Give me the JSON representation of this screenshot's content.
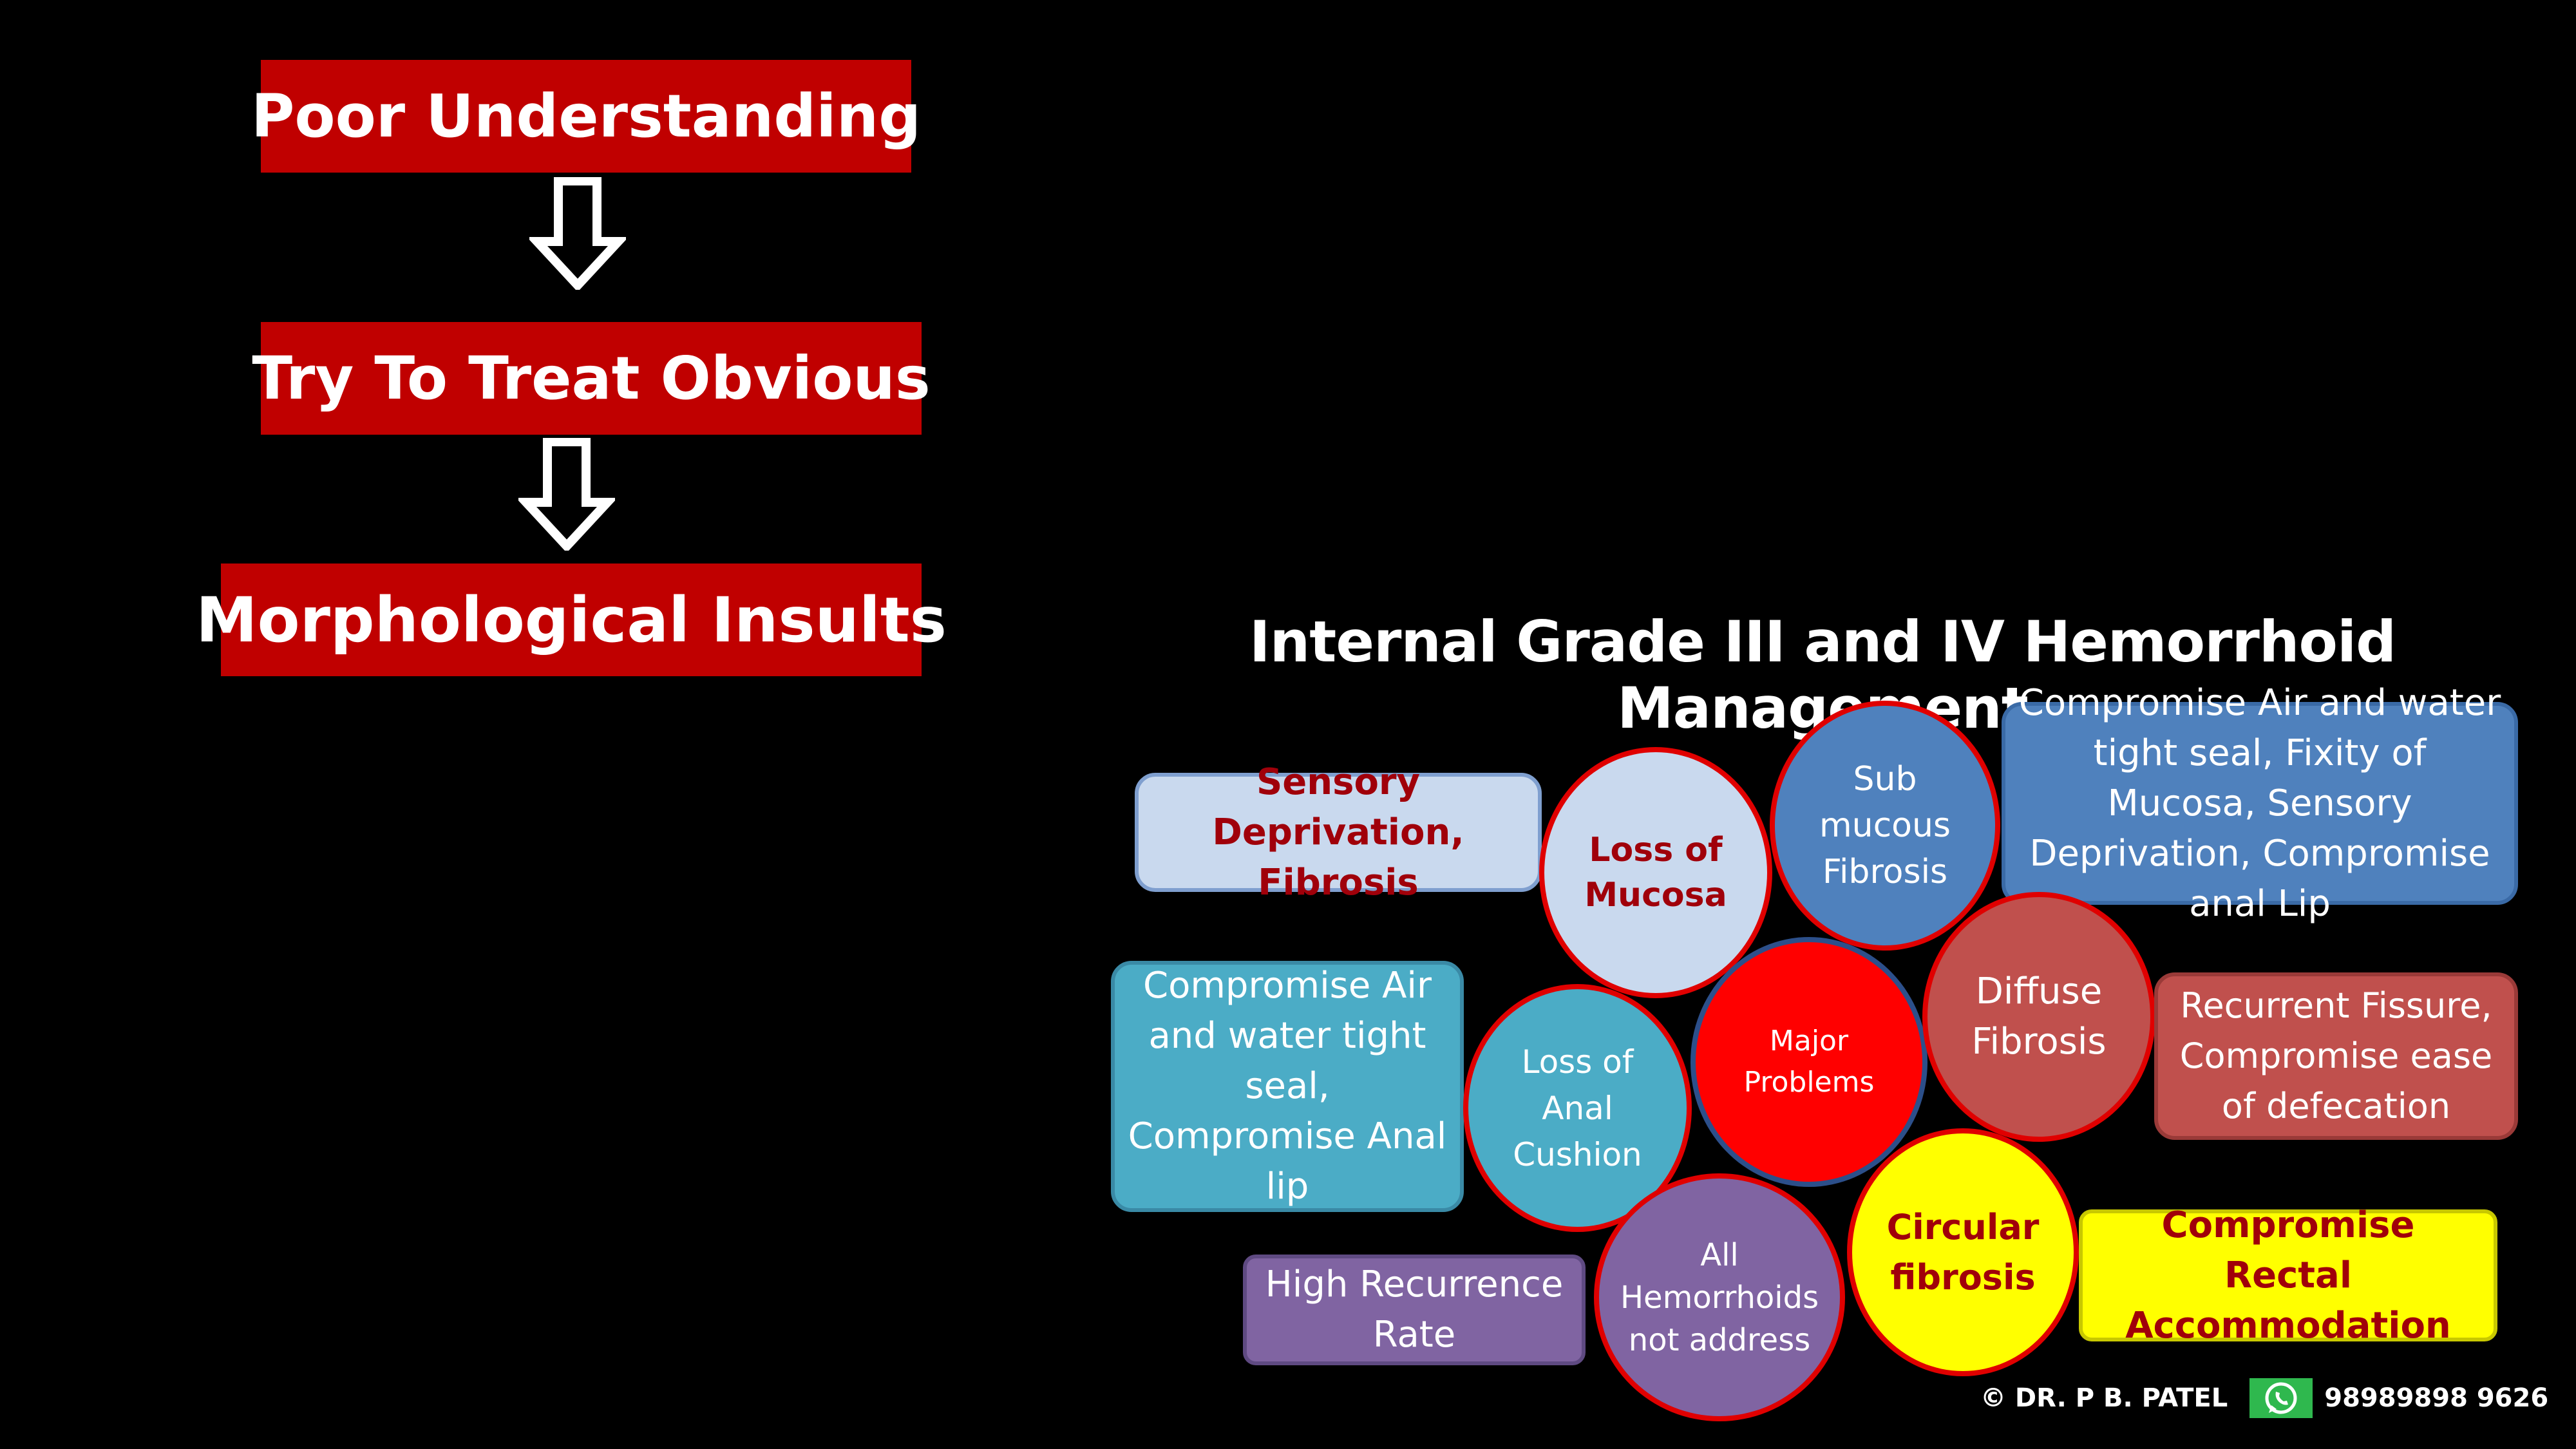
{
  "flow": {
    "step1": "Poor Understanding",
    "step2": "Try To Treat Obvious",
    "step3": "Morphological Insults"
  },
  "diagram": {
    "title": "Internal Grade III and IV Hemorrhoid Management",
    "sensory": "Sensory Deprivation, Fibrosis",
    "loss_mucosa": "Loss of Mucosa",
    "submucous": "Sub mucous Fibrosis",
    "compromise_seal_right": "Compromise Air and water tight seal, Fixity of Mucosa, Sensory Deprivation, Compromise anal Lip",
    "compromise_seal_left": "Compromise Air and water tight seal, Compromise Anal lip",
    "loss_cushion": "Loss of Anal Cushion",
    "major": "Major Problems",
    "diffuse": "Diffuse Fibrosis",
    "recurrent_fissure": "Recurrent Fissure, Compromise ease of defecation",
    "high_recurrence": "High Recurrence Rate",
    "all_hemorrhoids": "All Hemorrhoids not address",
    "circular": "Circular fibrosis",
    "rectal": "Compromise Rectal Accommodation"
  },
  "footer": {
    "credit": "© DR. P B. PATEL",
    "phone": "98989898 9626",
    "whatsapp_icon": "whatsapp-icon"
  },
  "colors": {
    "flow_box": "#c00000",
    "light_blue": "#c9d9ee",
    "mid_blue": "#4f81bd",
    "teal": "#4bacc6",
    "red": "#ff0000",
    "brick": "#c0504d",
    "yellow": "#ffff00",
    "purple": "#8064a2",
    "dark_red_text": "#a0000a"
  }
}
